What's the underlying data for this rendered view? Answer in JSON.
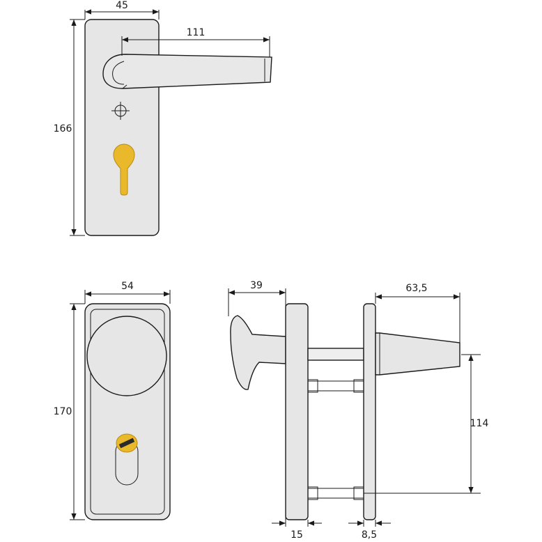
{
  "dimensions": {
    "lever_plate_width": "45",
    "lever_length": "111",
    "lever_plate_height": "166",
    "knob_plate_width": "54",
    "knob_plate_height": "170",
    "knob_projection": "39",
    "lever_projection": "63,5",
    "fixing_distance": "114",
    "inner_plate_thickness": "15",
    "outer_plate_thickness": "8,5"
  },
  "colors": {
    "plate_fill": "#e6e6e6",
    "inner_fill": "#ececec",
    "cylinder_fill": "#e9b92b",
    "line": "#1a1a1a"
  },
  "icons": {
    "screw": "crosshair-screw-icon",
    "cylinder": "profile-cylinder-icon"
  }
}
